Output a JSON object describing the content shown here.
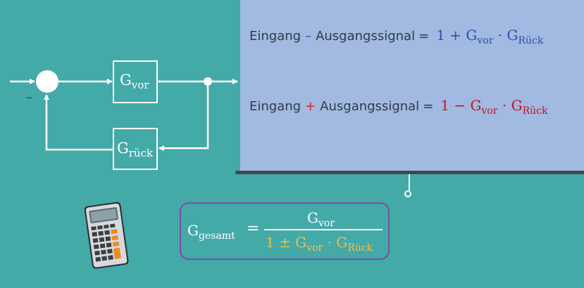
{
  "diagram": {
    "block_forward": {
      "main": "G",
      "sub": "vor"
    },
    "block_feedback": {
      "main": "G",
      "sub": "rück"
    },
    "summing_sign": "–"
  },
  "equations": [
    {
      "word1": "Eingang",
      "sign": "–",
      "word2": "Ausgangssignal",
      "equals": "=",
      "rhs_lead": "1 + G",
      "rhs_sub1": "vor",
      "rhs_mid": " · G",
      "rhs_sub2": "Rück",
      "sign_color": "#2a52a8",
      "rhs_color": "#2a52a8"
    },
    {
      "word1": "Eingang",
      "sign": "+",
      "word2": "Ausgangssignal",
      "equals": "=",
      "rhs_lead": "1 − G",
      "rhs_sub1": "vor",
      "rhs_mid": " · G",
      "rhs_sub2": "Rück",
      "sign_color": "#d0202a",
      "rhs_color": "#c0161d"
    }
  ],
  "formula": {
    "lhs_main": "G",
    "lhs_sub": "gesamt",
    "equals": "=",
    "num_main": "G",
    "num_sub": "vor",
    "den_lead": "1 ± G",
    "den_sub1": "vor",
    "den_mid": " · G",
    "den_sub2": "Rück"
  },
  "colors": {
    "background": "#43aaa8",
    "board": "#a2b9e2",
    "formula_border": "#7a4fa5",
    "denominator": "#f0c14a"
  },
  "icons": {
    "calculator": "calculator-icon"
  }
}
